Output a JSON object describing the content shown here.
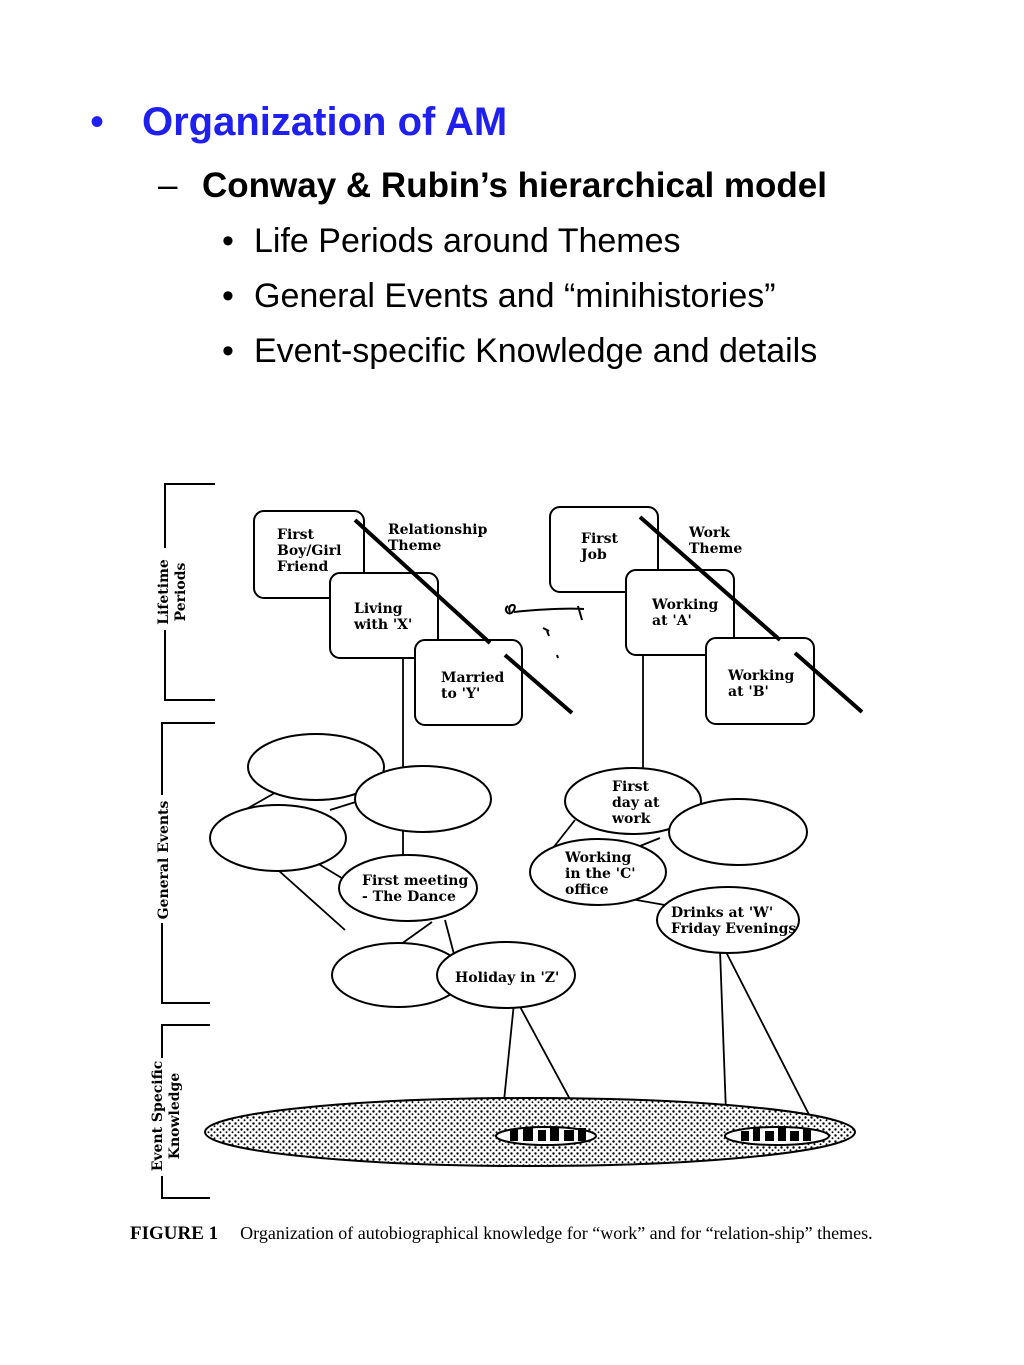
{
  "slide": {
    "bullet1": {
      "mark": "•",
      "text": "Organization of AM"
    },
    "bullet2": {
      "mark": "–",
      "text": "Conway & Rubin’s hierarchical model"
    },
    "bullet3": [
      {
        "mark": "•",
        "text": "Life Periods around Themes"
      },
      {
        "mark": "•",
        "text": "General Events and “minihistories”"
      },
      {
        "mark": "•",
        "text": "Event-specific Knowledge and details"
      }
    ]
  },
  "figure": {
    "levels": [
      "Lifetime Periods",
      "General Events",
      "Event Specific Knowledge"
    ],
    "relationship": {
      "theme": [
        "Relationship",
        "Theme"
      ],
      "periods": [
        [
          "First",
          "Boy/Girl",
          "Friend"
        ],
        [
          "Living",
          "with  'X'"
        ],
        [
          "Married",
          "to  'Y'"
        ]
      ],
      "events": [
        [
          "First  meeting",
          "- The Dance"
        ],
        [
          "Holiday  in  'Z'"
        ]
      ]
    },
    "work": {
      "theme": [
        "Work",
        "Theme"
      ],
      "periods": [
        [
          "First",
          "Job"
        ],
        [
          "Working",
          "at  'A'"
        ],
        [
          "Working",
          "at  'B'"
        ]
      ],
      "events": [
        [
          "First",
          "day at",
          "work"
        ],
        [
          "Working",
          "in the  'C'",
          "office"
        ],
        [
          "Drinks  at  'W'",
          "Friday  Evenings"
        ]
      ]
    },
    "caption_label": "FIGURE 1",
    "caption_text": "Organization of autobiographical knowledge for “work” and for “relation-ship” themes."
  },
  "colors": {
    "title": "#1f1ff0",
    "text": "#000000",
    "background": "#ffffff"
  }
}
